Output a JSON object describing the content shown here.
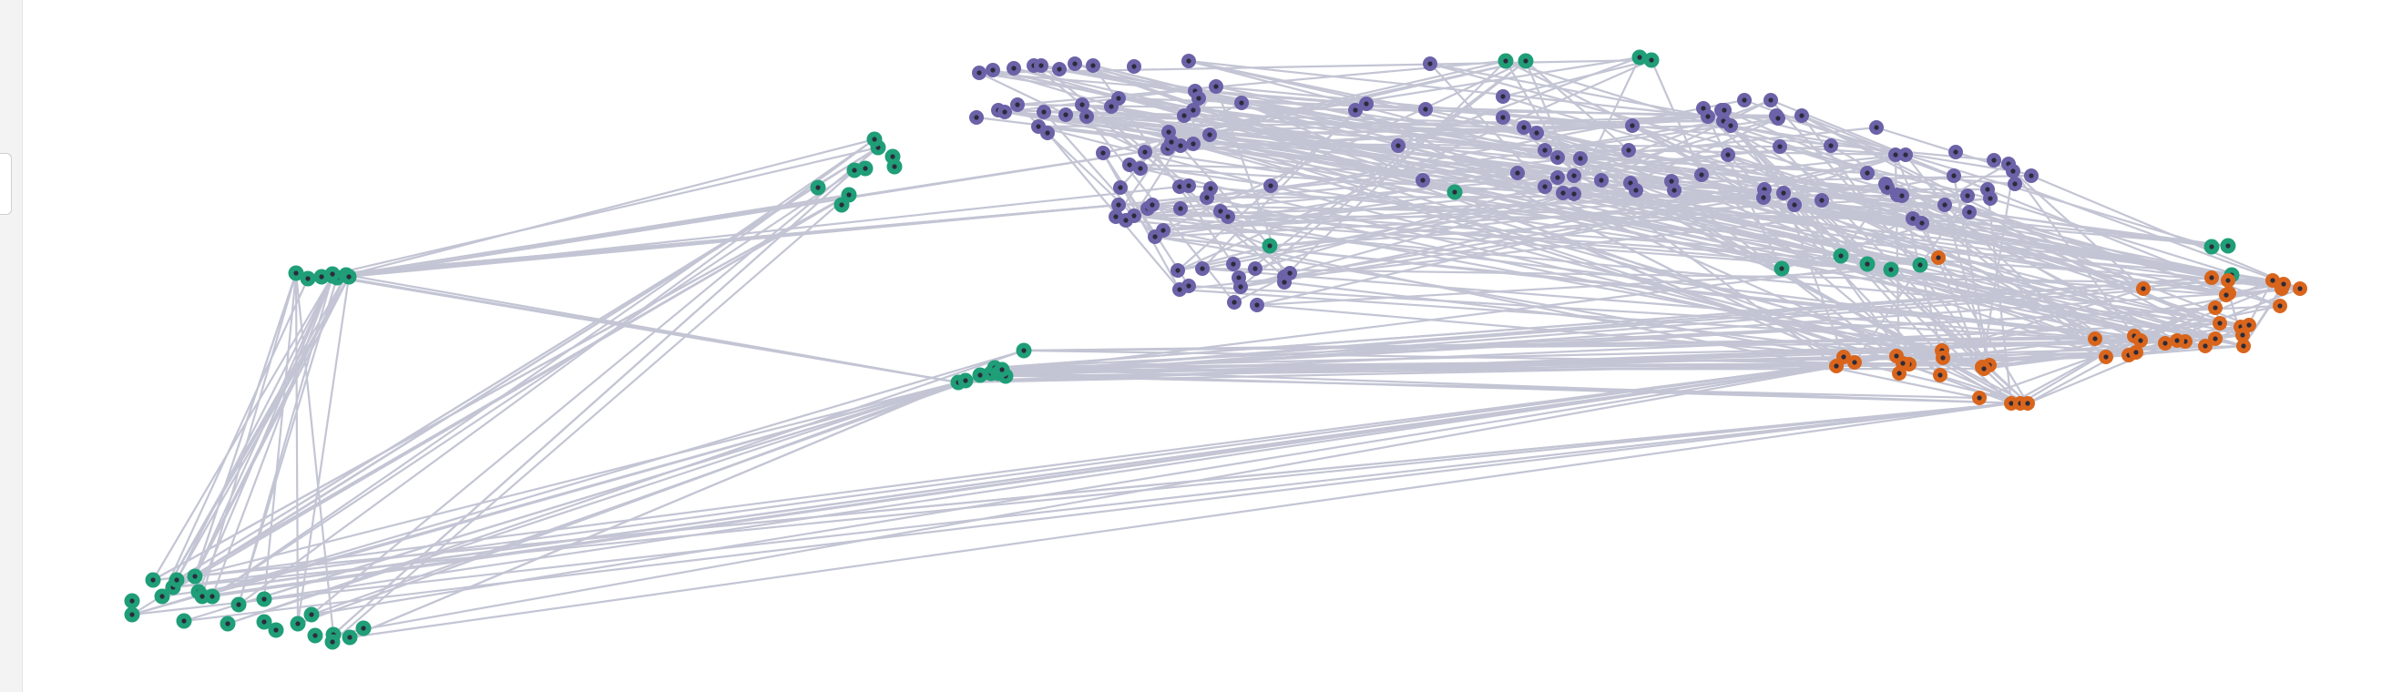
{
  "colors": {
    "background": "#ffffff",
    "edge": "#c3c5d4",
    "group_a": "#6b62a8",
    "group_b": "#1f9e78",
    "group_c": "#d9651c"
  },
  "graph": {
    "node_groups": [
      {
        "id": "purple",
        "color": "#6b62a8",
        "count": 131
      },
      {
        "id": "green",
        "color": "#1f9e78",
        "count": 58
      },
      {
        "id": "orange",
        "color": "#d9651c",
        "count": 46
      }
    ]
  }
}
